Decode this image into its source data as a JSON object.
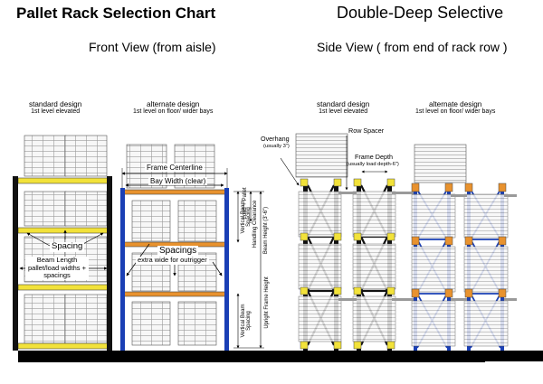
{
  "header": {
    "title": "Pallet Rack Selection Chart",
    "subtitle": "Double-Deep Selective"
  },
  "views": {
    "front": "Front View (from aisle)",
    "side": "Side View ( from end of rack row )"
  },
  "front_view": {
    "standard": {
      "heading": "standard design",
      "note": "1st level elevated"
    },
    "alternate": {
      "heading": "alternate design",
      "note": "1st level on floor/ wider bays"
    },
    "spacing": "Spacing",
    "beam_length": "Beam Length\npallet/load widths +\nspacings",
    "frame_centerline": "Frame Centerline",
    "bay_width": "Bay Width (clear)",
    "spacings": "Spacings",
    "spacings_note": "extra wide for outrigger",
    "vertical_beam_spacing_1": "Vertical Beam Spacing",
    "vertical_beam_spacing_2": "Vertical Beam Spacing",
    "load_pallet": "Load + Pallet",
    "handling_clearance": "Handling Clearance",
    "beam_height": "Beam Height (3'-6\")",
    "upright_frame_height": "Upright Frame Height"
  },
  "side_view": {
    "standard": {
      "heading": "standard design",
      "note": "1st level elevated"
    },
    "alternate": {
      "heading": "alternate design",
      "note": "1st level on floor/ wider bays"
    },
    "overhang": "Overhang",
    "overhang_note": "(usually 3\")",
    "row_spacer": "Row Spacer",
    "frame_depth": "Frame Depth",
    "frame_depth_note": "(usually load depth-6\")"
  },
  "colors": {
    "upright_black": "#111111",
    "upright_blue": "#1a3fb5",
    "beam_yellow": "#f2e23a",
    "beam_orange": "#e8922e",
    "spacer_gray": "#9a9a9a",
    "floor": "#000000"
  }
}
